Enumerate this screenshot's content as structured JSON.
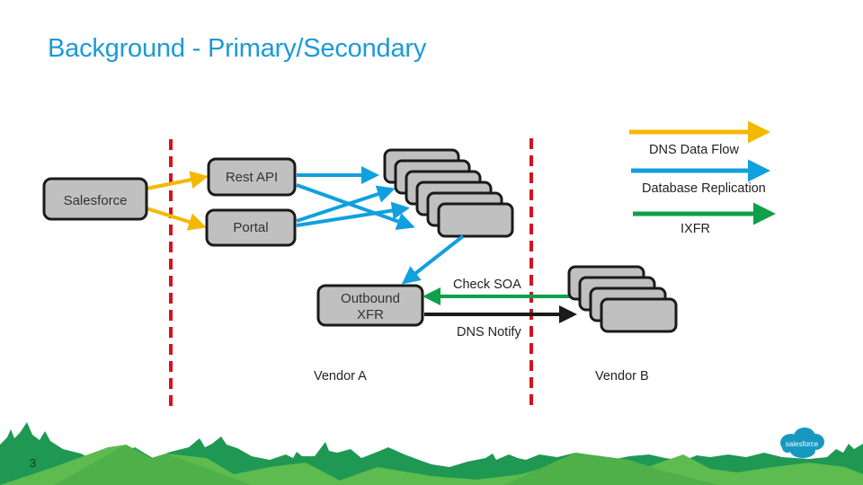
{
  "slide": {
    "title": "Background - Primary/Secondary",
    "page_number": "3"
  },
  "legend": [
    {
      "label": "DNS Data Flow",
      "color": "#f5b800"
    },
    {
      "label": "Database Replication",
      "color": "#11a0de"
    },
    {
      "label": "IXFR",
      "color": "#0fa04a"
    }
  ],
  "nodes": {
    "salesforce": "Salesforce",
    "rest_api": "Rest API",
    "portal": "Portal",
    "outbound_xfr_line1": "Outbound",
    "outbound_xfr_line2": "XFR"
  },
  "edges": {
    "check_soa": "Check SOA",
    "dns_notify": "DNS Notify"
  },
  "zones": {
    "vendor_a": "Vendor A",
    "vendor_b": "Vendor B"
  },
  "logo": {
    "text": "salesforce",
    "color": "#1798c1"
  },
  "colors": {
    "title": "#1c9ad6",
    "box_fill": "#c0c0c0",
    "box_stroke": "#1a1a1a",
    "boundary": "#d7121f",
    "notify": "#1a1a1a"
  }
}
